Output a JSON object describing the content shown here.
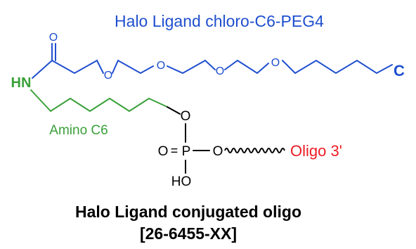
{
  "header": {
    "title": "Halo Ligand chloro-C6-PEG4"
  },
  "structure": {
    "amide_o": "O",
    "amide_nh": "HN",
    "peg_oxygens": [
      "O",
      "O",
      "O",
      "O"
    ],
    "chloro": "C",
    "chain_o": "O",
    "amino_label": "Amino C6",
    "phosphate_left_o": "O",
    "phosphate_eq": "=",
    "phosphorus": "P",
    "phosphate_right_o": "O",
    "hydroxyl": "HO",
    "oligo_label": "Oligo 3'"
  },
  "footer": {
    "name": "Halo Ligand conjugated oligo",
    "catalog": "[26-6455-XX]"
  },
  "colors": {
    "blue": "#1f4fcf",
    "green": "#3aa03a",
    "red": "#ee1c24",
    "black": "#000000"
  }
}
